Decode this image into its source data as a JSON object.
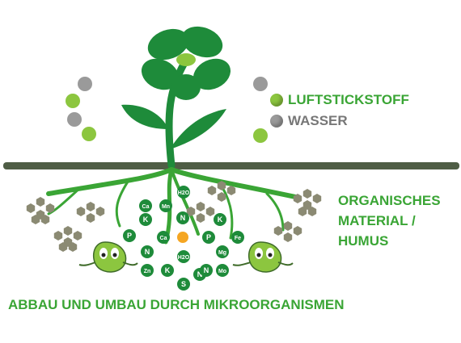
{
  "legend": [
    {
      "label": "LUFTSTICKSTOFF",
      "color": "#3aa535",
      "dot": "#8cc63f"
    },
    {
      "label": "WASSER",
      "color": "#777777",
      "dot": "#9a9a9a"
    }
  ],
  "organic_label": [
    "ORGANISCHES",
    "MATERIAL /",
    "HUMUS"
  ],
  "footer": "ABBAU UND UMBAU DURCH MIKROORGANISMEN",
  "nutrients": [
    "Ca",
    "Mn",
    "H2O",
    "N",
    "K",
    "P",
    "Ca",
    "N",
    "Zn",
    "K",
    "S",
    "H2O",
    "N",
    "K",
    "P",
    "Fe",
    "Mg",
    "N",
    "Mo"
  ],
  "colors": {
    "green": "#3aa535",
    "dark_green": "#1e8b3a",
    "soil_line": "#4f5d45",
    "hexagon": "#8b8a73",
    "orange": "#f5a623"
  }
}
